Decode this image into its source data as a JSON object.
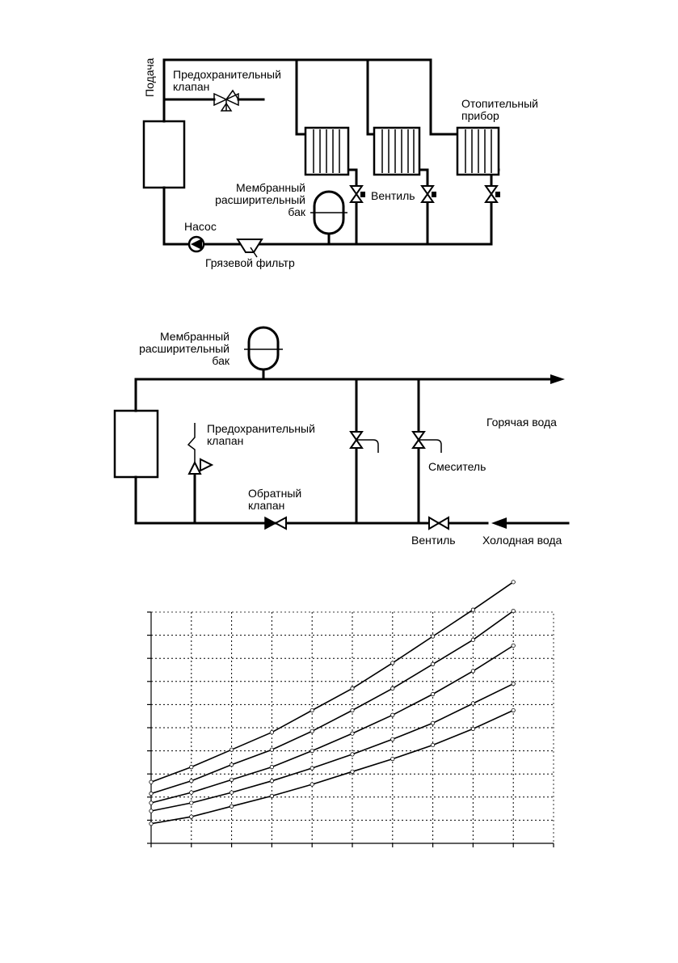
{
  "diagram1": {
    "labels": {
      "supply": "Подача",
      "safety_valve": "Предохранительный\nклапан",
      "radiator": "Отопительный\nприбор",
      "expansion_tank": "Мембранный\nрасширительный\nбак",
      "valve": "Вентиль",
      "pump": "Насос",
      "dirt_filter": "Грязевой фильтр"
    }
  },
  "diagram2": {
    "labels": {
      "expansion_tank": "Мембранный\nрасширительный\nбак",
      "safety_valve": "Предохранительный\nклапан",
      "hot_water": "Горячая вода",
      "mixer": "Смеситель",
      "check_valve": "Обратный\nклапан",
      "valve": "Вентиль",
      "cold_water": "Холодная вода"
    }
  },
  "chart_data": {
    "type": "line",
    "title": "",
    "xlabel": "",
    "ylabel": "",
    "x": [
      0,
      1,
      2,
      3,
      4,
      5,
      6,
      7,
      8,
      9
    ],
    "xlim": [
      0,
      10
    ],
    "ylim": [
      0,
      10
    ],
    "grid": true,
    "series": [
      {
        "values": [
          2.65,
          3.3,
          4.05,
          4.8,
          5.75,
          6.7,
          7.8,
          8.95,
          10.1,
          11.3
        ]
      },
      {
        "values": [
          2.15,
          2.7,
          3.4,
          4.05,
          4.85,
          5.75,
          6.7,
          7.75,
          8.8,
          10.05
        ]
      },
      {
        "values": [
          1.75,
          2.2,
          2.75,
          3.3,
          4.0,
          4.75,
          5.55,
          6.45,
          7.45,
          8.55
        ]
      },
      {
        "values": [
          1.4,
          1.75,
          2.2,
          2.7,
          3.25,
          3.85,
          4.5,
          5.2,
          6.05,
          6.9
        ]
      },
      {
        "values": [
          0.85,
          1.15,
          1.6,
          2.05,
          2.55,
          3.1,
          3.65,
          4.25,
          4.95,
          5.75
        ]
      }
    ]
  }
}
